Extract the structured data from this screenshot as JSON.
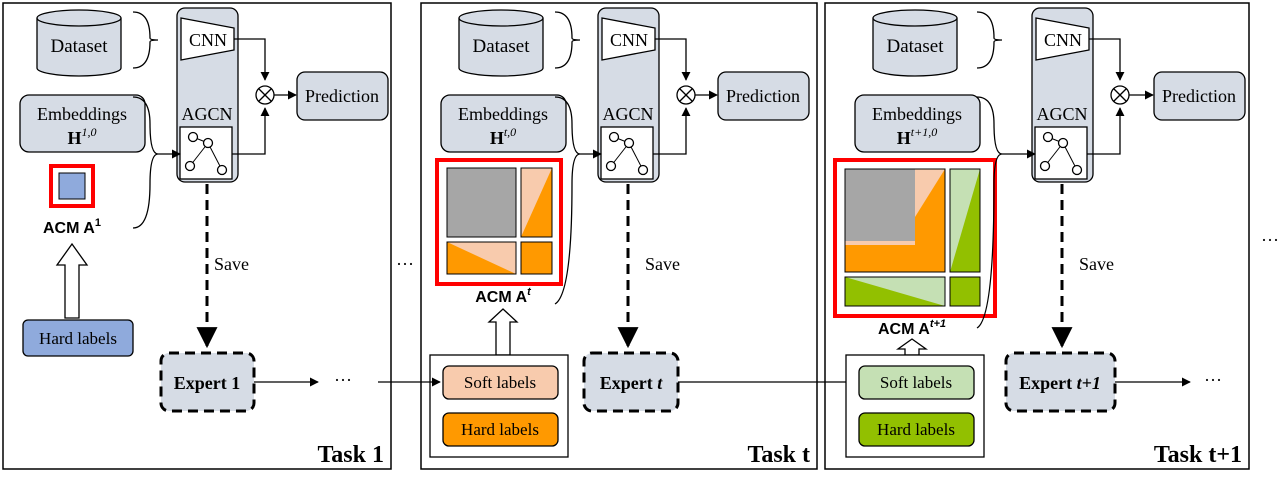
{
  "panels": [
    {
      "task_label": "Task 1",
      "dataset": "Dataset",
      "cnn": "CNN",
      "agcn": "AGCN",
      "prediction": "Prediction",
      "embeddings": "Embeddings",
      "embeddings_symbol": "H",
      "embeddings_sup": "1,0",
      "acm_prefix": "ACM",
      "acm_symbol": "A",
      "acm_sup": "1",
      "save": "Save",
      "expert_prefix": "Expert",
      "expert_index": "1",
      "hard_labels": "Hard labels"
    },
    {
      "task_label": "Task t",
      "dataset": "Dataset",
      "cnn": "CNN",
      "agcn": "AGCN",
      "prediction": "Prediction",
      "embeddings": "Embeddings",
      "embeddings_symbol": "H",
      "embeddings_sup": "t,0",
      "acm_prefix": "ACM",
      "acm_symbol": "A",
      "acm_sup": "t",
      "save": "Save",
      "expert_prefix": "Expert",
      "expert_index": "t",
      "soft_labels": "Soft labels",
      "hard_labels": "Hard labels"
    },
    {
      "task_label": "Task t+1",
      "dataset": "Dataset",
      "cnn": "CNN",
      "agcn": "AGCN",
      "prediction": "Prediction",
      "embeddings": "Embeddings",
      "embeddings_symbol": "H",
      "embeddings_sup": "t+1,0",
      "acm_prefix": "ACM",
      "acm_symbol": "A",
      "acm_sup": "t+1",
      "save": "Save",
      "expert_prefix": "Expert",
      "expert_index": "t+1",
      "soft_labels": "Soft labels",
      "hard_labels": "Hard labels"
    }
  ],
  "ellipsis": "···",
  "colors": {
    "module_fill": "#d6dce5",
    "hard_label_task1": "#8faadc",
    "soft_label_t": "#f8cbad",
    "hard_label_t": "#ff9900",
    "soft_label_t1": "#c5e0b4",
    "hard_label_t1": "#92c000",
    "old_class": "#a6a6a6",
    "acm_border": "#ff0000"
  }
}
